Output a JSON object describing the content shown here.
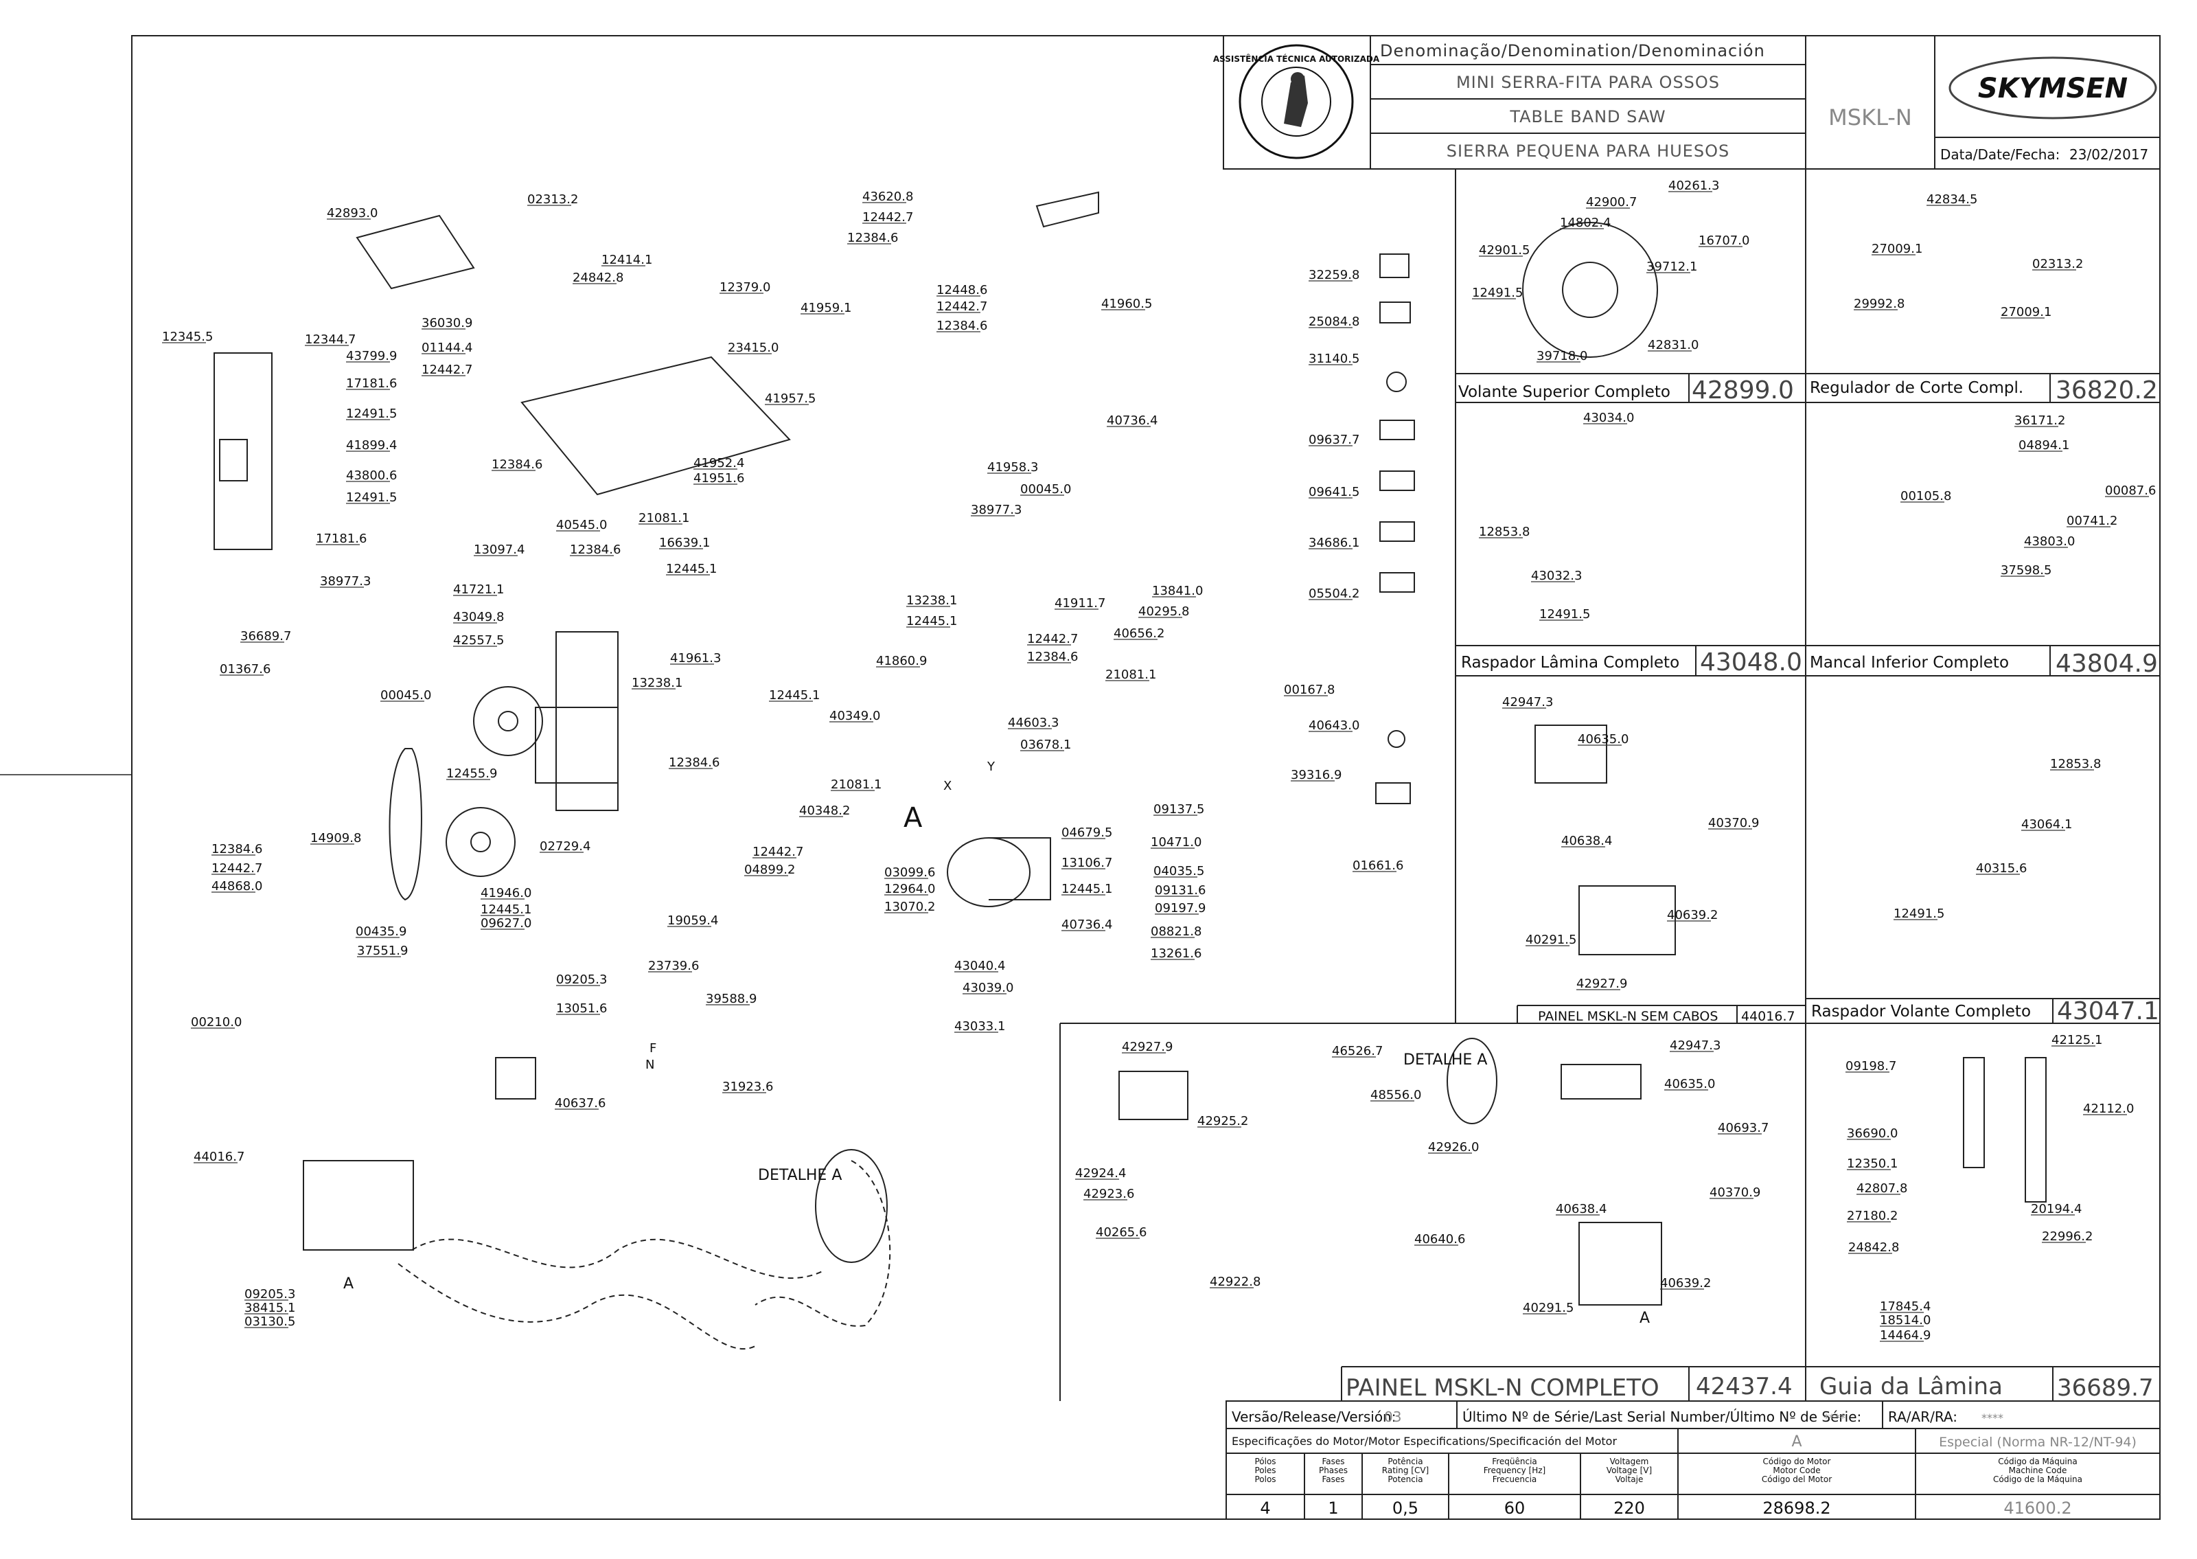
{
  "header": {
    "denomination_label": "Denominação/Denomination/Denominación",
    "name_pt": "MINI SERRA-FITA PARA OSSOS",
    "name_en": "TABLE BAND SAW",
    "name_es": "SIERRA PEQUENA PARA HUESOS",
    "model": "MSKL-N",
    "brand": "SKYMSEN",
    "seal_text": "ASSISTÊNCIA TÉCNICA AUTORIZADA",
    "date_label": "Data/Date/Fecha:",
    "date_value": "23/02/2017"
  },
  "assemblies": [
    {
      "name": "Volante Superior Completo",
      "code": "42899.0"
    },
    {
      "name": "Regulador de Corte Compl.",
      "code": "36820.2"
    },
    {
      "name": "Raspador Lâmina Completo",
      "code": "43048.0"
    },
    {
      "name": "Mancal Inferior Completo",
      "code": "43804.9"
    },
    {
      "name": "PAINEL MSKL-N SEM CABOS",
      "code": "44016.7"
    },
    {
      "name": "Raspador Volante Completo",
      "code": "43047.1"
    },
    {
      "name": "PAINEL MSKL-N COMPLETO",
      "code": "42437.4"
    },
    {
      "name": "Guia da Lâmina",
      "code": "36689.7"
    }
  ],
  "footer": {
    "version_label": "Versão/Release/Versión:",
    "version_value": "03",
    "serial_label": "Último Nº de Série/Last Serial Number/Último Nº de Série:",
    "serial_value": "****",
    "ra_label": "RA/AR/RA:",
    "ra_value": "****",
    "motor_spec_label": "Especificações do Motor/Motor Especifications/Specificación del Motor",
    "motor_letter": "A",
    "special_label": "Especial (Norma NR-12/NT-94)",
    "col_poles": "Pólos\nPoles\nPolos",
    "col_phases": "Fases\nPhases\nFases",
    "col_power": "Potência\nRating [CV]\nPotencia",
    "col_freq": "Freqüência\nFrequency [Hz]\nFrecuencia",
    "col_voltage": "Voltagem\nVoltage [V]\nVoltaje",
    "col_motor_code": "Código do Motor\nMotor Code\nCódigo del Motor",
    "col_machine_code": "Código da Máquina\nMachine Code\nCódigo de la Máquina",
    "val_poles": "4",
    "val_phases": "1",
    "val_power": "0,5",
    "val_freq": "60",
    "val_voltage": "220",
    "val_motor_code": "28698.2",
    "val_machine_code": "41600.2"
  },
  "detail_labels": {
    "detalhe_a": "DETALHE A",
    "letter_a": "A",
    "letter_f": "F",
    "letter_n": "N",
    "letter_x": "X",
    "letter_y": "Y"
  },
  "part_labels": [
    "42893.0",
    "02313.2",
    "12345.5",
    "12344.7",
    "43799.9",
    "17181.6",
    "12491.5",
    "41899.4",
    "43800.6",
    "12491.5",
    "17181.6",
    "12414.1",
    "24842.8",
    "36030.9",
    "01144.4",
    "12442.7",
    "12384.6",
    "12379.0",
    "23415.0",
    "21081.1",
    "40545.0",
    "41952.4",
    "41951.6",
    "43620.8",
    "12442.7",
    "12384.6",
    "41959.1",
    "12448.6",
    "12442.7",
    "12384.6",
    "41957.5",
    "41960.5",
    "40736.4",
    "41958.3",
    "00045.0",
    "38977.3",
    "41911.7",
    "12442.7",
    "12384.6",
    "32259.8",
    "25084.8",
    "31140.5",
    "09637.7",
    "09641.5",
    "34686.1",
    "05504.2",
    "13097.4",
    "12384.6",
    "16639.1",
    "12445.1",
    "41721.1",
    "43049.8",
    "42557.5",
    "41961.3",
    "13238.1",
    "12445.1",
    "41860.9",
    "38977.3",
    "00045.0",
    "36689.7",
    "01367.6",
    "13238.1",
    "12445.1",
    "12384.6",
    "12455.9",
    "14909.8",
    "02729.4",
    "40349.0",
    "21081.1",
    "40348.2",
    "41946.0",
    "12445.1",
    "09627.0",
    "00435.9",
    "37551.9",
    "19059.4",
    "12384.6",
    "12442.7",
    "44868.0",
    "44603.3",
    "03678.1",
    "04679.5",
    "13106.7",
    "12445.1",
    "40736.4",
    "12442.7",
    "04899.2",
    "03099.6",
    "12964.0",
    "13070.2",
    "13841.0",
    "40295.8",
    "40656.2",
    "21081.1",
    "00167.8",
    "40643.0",
    "39316.9",
    "09137.5",
    "10471.0",
    "04035.5",
    "09131.6",
    "09197.9",
    "08821.8",
    "13261.6",
    "01661.6",
    "43040.4",
    "43039.0",
    "43033.1",
    "39588.9",
    "23739.6",
    "09205.3",
    "13051.6",
    "31923.6",
    "00210.0",
    "40637.6",
    "44016.7",
    "09205.3",
    "38415.1",
    "03130.5",
    "40261.3",
    "42900.7",
    "14802.4",
    "16707.0",
    "42901.5",
    "39712.1",
    "12491.5",
    "39718.0",
    "42831.0",
    "42834.5",
    "27009.1",
    "02313.2",
    "29992.8",
    "27009.1",
    "43034.0",
    "12853.8",
    "43032.3",
    "12491.5",
    "36171.2",
    "04894.1",
    "00087.6",
    "00105.8",
    "00741.2",
    "43803.0",
    "37598.5",
    "42947.3",
    "40635.0",
    "40370.9",
    "40638.4",
    "40639.2",
    "40291.5",
    "42927.9",
    "12853.8",
    "43064.1",
    "40315.6",
    "12491.5",
    "42927.9",
    "46526.7",
    "48556.0",
    "42925.2",
    "42924.4",
    "42923.6",
    "42926.0",
    "40265.6",
    "42922.8",
    "40640.6",
    "42947.3",
    "40635.0",
    "40693.7",
    "40370.9",
    "40638.4",
    "40639.2",
    "40291.5",
    "09198.7",
    "42125.1",
    "42112.0",
    "36690.0",
    "12350.1",
    "42807.8",
    "20194.4",
    "27180.2",
    "22996.2",
    "24842.8",
    "17845.4",
    "18514.0",
    "14464.9"
  ]
}
